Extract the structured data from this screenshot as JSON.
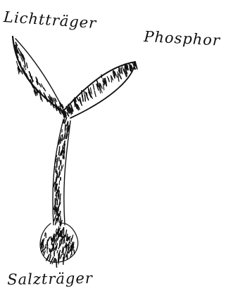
{
  "labels": {
    "top_left": "Lichtträger",
    "top_right": "Phosphor",
    "bottom": "Salzträger"
  },
  "colors": {
    "ink": "#111111",
    "paper": "#ffffff"
  }
}
